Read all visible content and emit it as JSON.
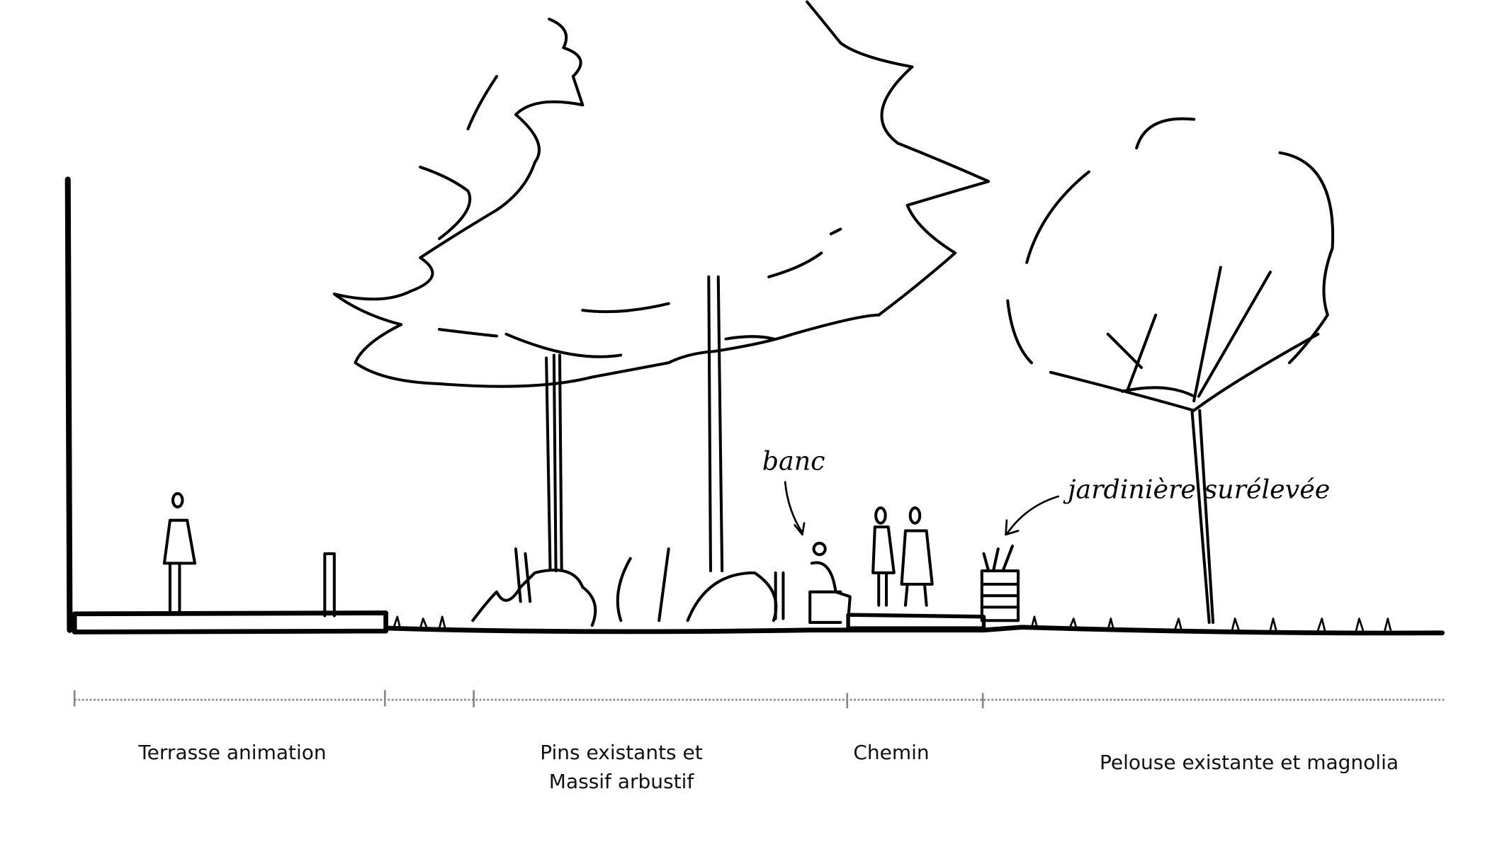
{
  "annotations": {
    "bench": "banc",
    "planter": "jardinière surélevée"
  },
  "zones": [
    {
      "label": "Terrasse animation"
    },
    {
      "label": "Pins existants et",
      "label2": "Massif arbustif"
    },
    {
      "label": "Chemin"
    },
    {
      "label": "Pelouse existante et magnolia"
    }
  ],
  "colors": {
    "ink": "#000000",
    "ruler": "#888888"
  }
}
